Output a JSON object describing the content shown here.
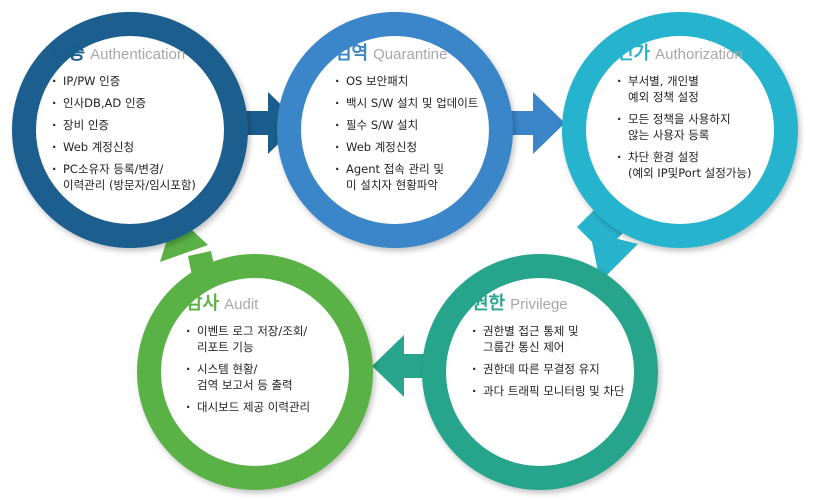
{
  "colors": {
    "authentication": "#1a5e8e",
    "quarantine": "#3a86c8",
    "authorization": "#28b3cd",
    "privilege": "#28a58c",
    "audit": "#5ab246"
  },
  "stages": {
    "authentication": {
      "title_ko": "인증",
      "title_en": "Authentication",
      "items": [
        "IP/PW 인증",
        "인사DB,AD 인증",
        "장비 인증",
        "Web 계정신청",
        "PC소유자 등록/변경/\n이력관리 (방문자/임시포함)"
      ]
    },
    "quarantine": {
      "title_ko": "검역",
      "title_en": "Quarantine",
      "items": [
        "OS 보안패치",
        "백시 S/W 설치 및 업데이트",
        "필수 S/W 설치",
        "Web 계정신청",
        "Agent 접속 관리 및\n미 설치자 현황파악"
      ]
    },
    "authorization": {
      "title_ko": "인가",
      "title_en": "Authorization",
      "items": [
        "부서별, 개인별\n예외 정책 설정",
        "모든 정책을 사용하지\n않는 사용자 등록",
        "차단 환경 설정\n(예외 IP및Port 설정가능)"
      ]
    },
    "privilege": {
      "title_ko": "권한",
      "title_en": "Privilege",
      "items": [
        "권한별 접근 통제 및\n그룹간 통신 제어",
        "권한데 따른 무결정 유지",
        "과다 트래픽 모니터링 및 차단"
      ]
    },
    "audit": {
      "title_ko": "감사",
      "title_en": "Audit",
      "items": [
        "이벤트 로그 저장/조회/\n리포트 기능",
        "시스템 현황/\n검역 보고서 등 출력",
        "대시보드 제공 이력관리"
      ]
    }
  }
}
